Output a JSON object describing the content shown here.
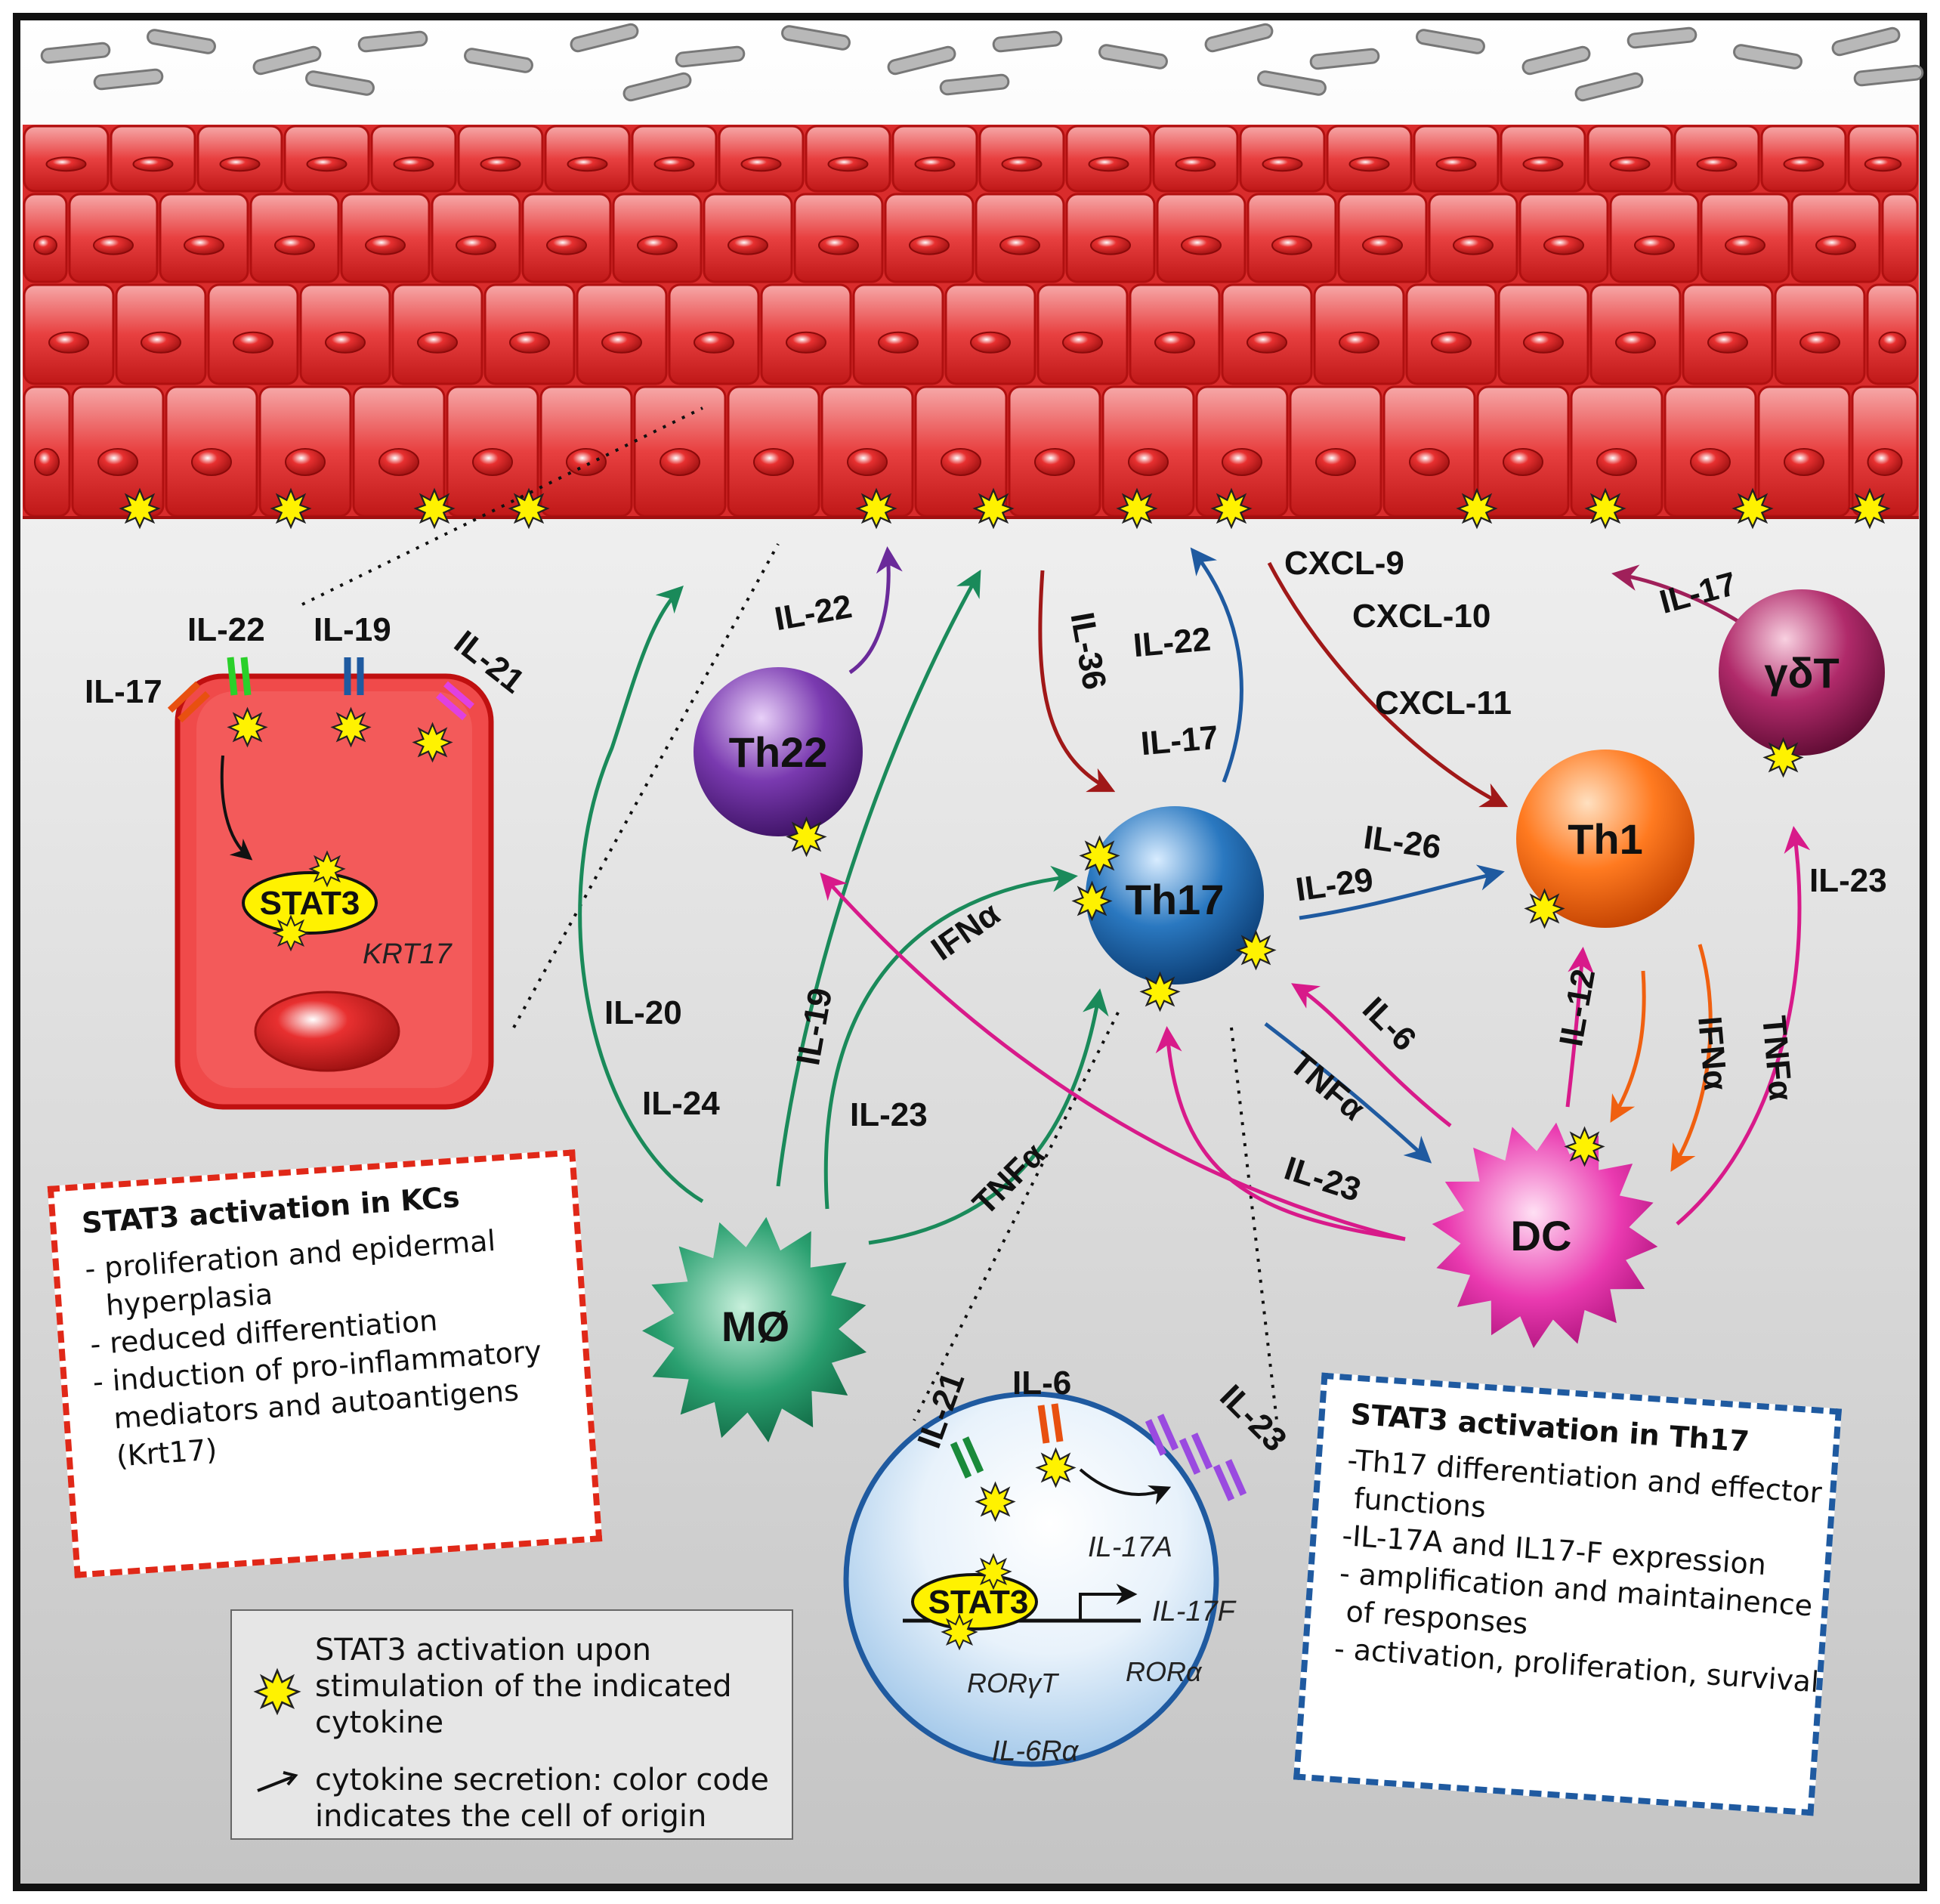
{
  "keratinocyte_cell": {
    "receptors": [
      "IL-17",
      "IL-22",
      "IL-19",
      "IL-21"
    ],
    "stat3": "STAT3",
    "krt17": "KRT17"
  },
  "cells": {
    "th22": "Th22",
    "th17": "Th17",
    "th1": "Th1",
    "gdt": "γδT",
    "dc": "DC",
    "macrophage": "MØ"
  },
  "cytokine_labels": {
    "il22_th22": "IL-22",
    "il36": "IL-36",
    "il22_th17": "IL-22",
    "il17_th17": "IL-17",
    "cxcl9": "CXCL-9",
    "cxcl10": "CXCL-10",
    "cxcl11": "CXCL-11",
    "il17_gdt": "IL-17",
    "il26": "IL-26",
    "il29": "IL-29",
    "il23_gdt": "IL-23",
    "ifna_mac": "IFNα",
    "il20": "IL-20",
    "il24": "IL-24",
    "il19": "IL-19",
    "il23_mac": "IL-23",
    "tnfa_mac": "TNFα",
    "il6": "IL-6",
    "tnfa_th17": "TNFα",
    "il23_dc": "IL-23",
    "il12": "IL-12",
    "ifna_dc": "IFNα",
    "tnfa_dc": "TNFα"
  },
  "th17_detail": {
    "receptors": [
      "IL-21",
      "IL-6",
      "IL-23"
    ],
    "stat3": "STAT3",
    "il17a": "IL-17A",
    "il17f": "IL-17F",
    "rorgt": "RORγT",
    "rora": "RORα",
    "il6ra": "IL-6Rα"
  },
  "kc_box": {
    "title": "STAT3 activation in KCs",
    "items": [
      "- proliferation and epidermal",
      "  hyperplasia",
      "- reduced differentiation",
      "- induction of pro-inflammatory",
      "  mediators and autoantigens",
      "  (Krt17)"
    ]
  },
  "th17_box": {
    "title": "STAT3 activation in Th17",
    "items": [
      "-Th17 differentiation and effector",
      " functions",
      "-IL-17A and IL17-F expression",
      "- amplification and maintainence",
      " of responses",
      "- activation, proliferation, survival"
    ]
  },
  "legend": {
    "star_text": "STAT3 activation upon stimulation of the indicated cytokine",
    "arrow_text": "cytokine secretion: color code indicates the cell of origin"
  },
  "colors": {
    "th17_arrow": "#1f5aa0",
    "th22_arrow": "#6a2a9a",
    "mac_arrow": "#1a8a5a",
    "dc_arrow": "#d81a8a",
    "th1_arrow": "#f06010",
    "gdt_arrow": "#a0205a",
    "kc_arrow": "#a01818"
  }
}
